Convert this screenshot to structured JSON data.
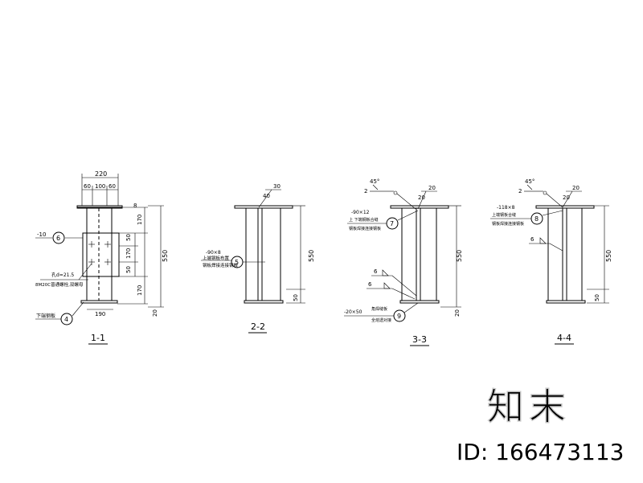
{
  "sections": [
    {
      "id": "1-1",
      "label": "1-1",
      "dims": {
        "top_total": "220",
        "top_parts": [
          "60",
          "100",
          "60"
        ],
        "right_parts": [
          "170",
          "50",
          "170",
          "50",
          "170"
        ],
        "height": "550",
        "bottom_width": "190",
        "base": "20",
        "small_right": "8"
      },
      "callouts": [
        {
          "num": "6",
          "text": "-10"
        },
        {
          "num": "4",
          "text": "下端钢板"
        }
      ],
      "notes": [
        "孔d=21.5",
        "8M20C普通螺栓,双螺母"
      ]
    },
    {
      "id": "2-2",
      "label": "2-2",
      "dims": {
        "height": "550",
        "base": "50",
        "weld_a": "40",
        "weld_b": "30"
      },
      "callouts": [
        {
          "num": "5",
          "text": "-90×8"
        }
      ],
      "notes": [
        "上端钢板布置",
        "钢板焊接连接钢板"
      ]
    },
    {
      "id": "3-3",
      "label": "3-3",
      "dims": {
        "height": "550",
        "base": "20",
        "angle": "45°",
        "weld_a": "2",
        "weld_b": "20",
        "weld_c": "20",
        "fillet_1": "6",
        "fillet_2": "6"
      },
      "callouts": [
        {
          "num": "7",
          "text": "-90×12"
        },
        {
          "num": "9",
          "text": "-20×50"
        }
      ],
      "notes": [
        "上 下端钢板合缝",
        "钢板焊接连接钢板",
        "角焊缝板",
        "全熔透对接"
      ]
    },
    {
      "id": "4-4",
      "label": "4-4",
      "dims": {
        "height": "550",
        "base": "50",
        "angle": "45°",
        "weld_a": "2",
        "weld_b": "20",
        "weld_c": "20",
        "fillet_1": "6"
      },
      "callouts": [
        {
          "num": "8",
          "text": "-118×8"
        }
      ],
      "notes": [
        "上端钢板合缝",
        "钢板焊接连接钢板"
      ]
    }
  ],
  "watermark": {
    "logo": "知末",
    "id": "ID: 166473113"
  }
}
